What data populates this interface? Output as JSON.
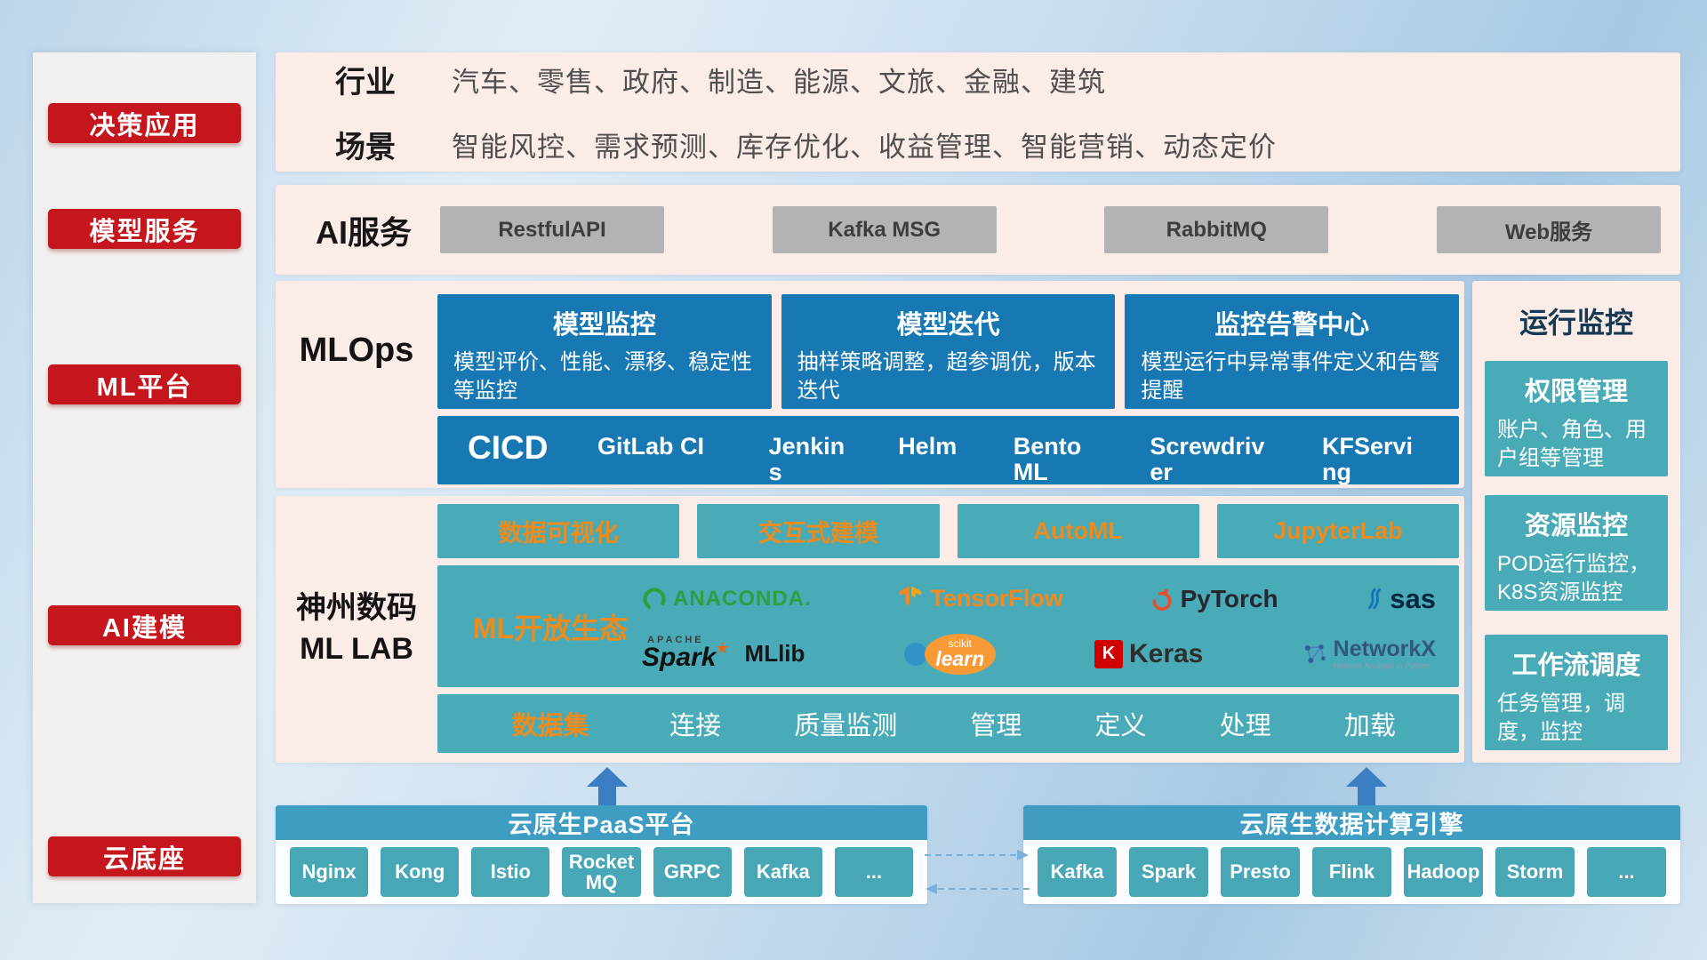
{
  "sidebar": {
    "items": [
      {
        "label": "决策应用"
      },
      {
        "label": "模型服务"
      },
      {
        "label": "ML平台"
      },
      {
        "label": "AI建模"
      },
      {
        "label": "云底座"
      }
    ]
  },
  "industry": {
    "rows": [
      {
        "label": "行业",
        "text": "汽车、零售、政府、制造、能源、文旅、金融、建筑"
      },
      {
        "label": "场景",
        "text": "智能风控、需求预测、库存优化、收益管理、智能营销、动态定价"
      }
    ]
  },
  "ai_service": {
    "label": "AI服务",
    "buttons": [
      {
        "label": "RestfulAPI"
      },
      {
        "label": "Kafka MSG"
      },
      {
        "label": "RabbitMQ"
      },
      {
        "label": "Web服务"
      }
    ]
  },
  "mlops": {
    "label": "MLOps",
    "cards": [
      {
        "title": "模型监控",
        "desc": "模型评价、性能、漂移、稳定性等监控"
      },
      {
        "title": "模型迭代",
        "desc": "抽样策略调整，超参调优，版本迭代"
      },
      {
        "title": "监控告警中心",
        "desc": "模型运行中异常事件定义和告警提醒"
      }
    ],
    "cicd": {
      "label": "CICD",
      "tools": [
        {
          "label": "GitLab CI"
        },
        {
          "label": "Jenkins"
        },
        {
          "label": "Helm"
        },
        {
          "label": "BentoML"
        },
        {
          "label": "Screwdriver"
        },
        {
          "label": "KFServing"
        }
      ]
    }
  },
  "monitor": {
    "title": "运行监控",
    "cards": [
      {
        "title": "权限管理",
        "desc": "账户、角色、用户组等管理"
      },
      {
        "title": "资源监控",
        "desc": "POD运行监控，K8S资源监控"
      },
      {
        "title": "工作流调度",
        "desc": "任务管理，调度，监控"
      }
    ]
  },
  "mllab": {
    "label_line1": "神州数码",
    "label_line2": "ML LAB",
    "feature_buttons": [
      {
        "label": "数据可视化"
      },
      {
        "label": "交互式建模"
      },
      {
        "label": "AutoML"
      },
      {
        "label": "JupyterLab"
      }
    ],
    "ecosystem": {
      "label": "ML开放生态",
      "logos": [
        {
          "name": "ANACONDA."
        },
        {
          "name": "TensorFlow"
        },
        {
          "name": "PyTorch"
        },
        {
          "name": "sas"
        },
        {
          "sub": "APACHE",
          "name": "Spark",
          "suffix": "MLlib"
        },
        {
          "sub": "scikit",
          "name": "learn"
        },
        {
          "badge": "K",
          "name": "Keras"
        },
        {
          "name": "NetworkX",
          "sub": "Network Analysis in Python"
        }
      ]
    },
    "dataset": {
      "label": "数据集",
      "items": [
        {
          "label": "连接"
        },
        {
          "label": "质量监测"
        },
        {
          "label": "管理"
        },
        {
          "label": "定义"
        },
        {
          "label": "处理"
        },
        {
          "label": "加载"
        }
      ]
    }
  },
  "cloud": {
    "paas": {
      "title": "云原生PaaS平台",
      "items": [
        {
          "label": "Nginx"
        },
        {
          "label": "Kong"
        },
        {
          "label": "Istio"
        },
        {
          "label": "RocketMQ"
        },
        {
          "label": "GRPC"
        },
        {
          "label": "Kafka"
        },
        {
          "label": "..."
        }
      ]
    },
    "engine": {
      "title": "云原生数据计算引擎",
      "items": [
        {
          "label": "Kafka"
        },
        {
          "label": "Spark"
        },
        {
          "label": "Presto"
        },
        {
          "label": "Flink"
        },
        {
          "label": "Hadoop"
        },
        {
          "label": "Storm"
        },
        {
          "label": "..."
        }
      ]
    }
  },
  "colors": {
    "red": "#c5161d",
    "panel_pink": "#fcece8",
    "deep_blue": "#1878b4",
    "teal": "#49abb8",
    "header_teal": "#3f9dc3",
    "orange": "#ef8b1a",
    "gray_button": "#b3b3b3",
    "arrow_blue": "#3b7ec2"
  }
}
